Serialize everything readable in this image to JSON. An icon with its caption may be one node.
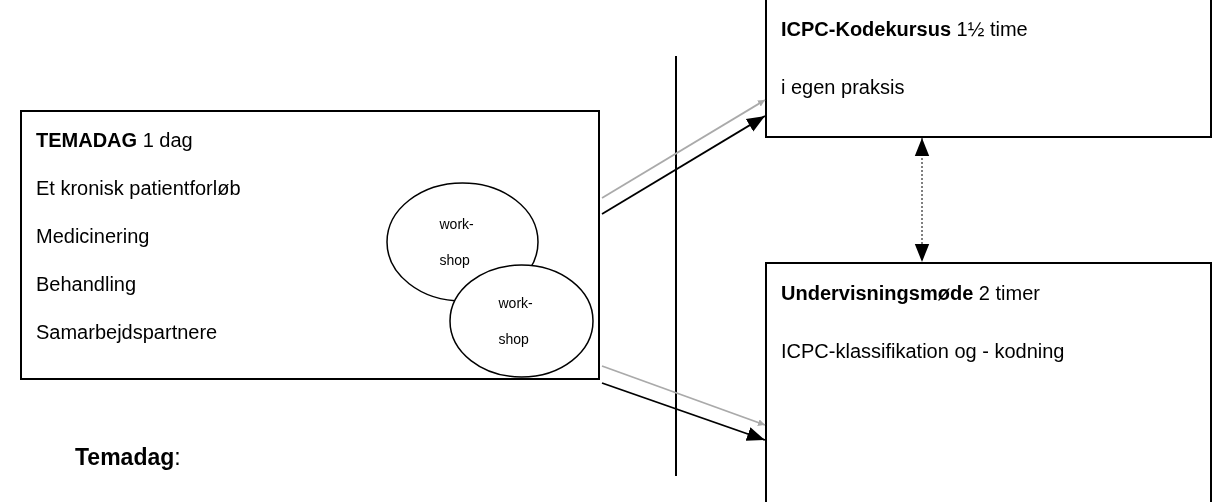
{
  "diagram": {
    "nodes": [
      {
        "text": [
          "**TEMADAG** 1 dag",
          "Et kronisk patientforløb",
          "Medicinering",
          "Behandling",
          "Samarbejdspartnere"
        ]
      },
      {
        "text": [
          "work- shop"
        ],
        "in": 0
      },
      {
        "text": [
          "work- shop"
        ],
        "in": 0
      },
      {
        "text": [
          "**ICPC-Kodekursus**  1½ time",
          "i egen praksis"
        ]
      },
      {
        "text": [
          "**Undervisningsmøde** 2 timer",
          "ICPC-klassifikation og - kodning"
        ]
      }
    ],
    "edges": [
      {
        "from": 0,
        "to": 3,
        "arrow": "to",
        "color": "#aaaaaa"
      },
      {
        "from": 0,
        "to": 3,
        "arrow": "to"
      },
      {
        "from": 0,
        "to": 4,
        "arrow": "to",
        "color": "#aaaaaa"
      },
      {
        "from": 0,
        "to": 4,
        "arrow": "to"
      },
      {
        "from": 3,
        "to": 4,
        "arrow": "both",
        "style": "dashed"
      }
    ],
    "labels": [
      "**Temadag**:"
    ]
  }
}
